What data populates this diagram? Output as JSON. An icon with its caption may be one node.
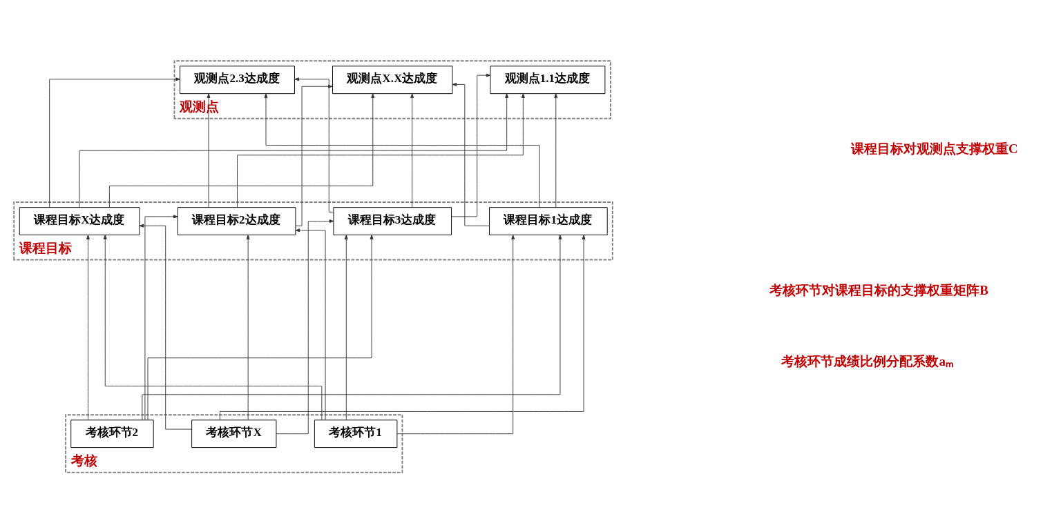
{
  "diagram": {
    "nodes": [
      {
        "text": [
          "观测点"
        ]
      },
      {
        "text": [
          "观测点1.1达成度"
        ],
        "in": 0
      },
      {
        "text": [
          "观测点2.3达成度"
        ],
        "in": 0
      },
      {
        "text": [
          "观测点X.X达成度"
        ],
        "in": 0
      },
      {
        "text": [
          "课程目标"
        ]
      },
      {
        "text": [
          "课程目标1达成度"
        ],
        "in": 4
      },
      {
        "text": [
          "课程目标2达成度"
        ],
        "in": 4
      },
      {
        "text": [
          "课程目标3达成度"
        ],
        "in": 4
      },
      {
        "text": [
          "课程目标X达成度"
        ],
        "in": 4
      },
      {
        "text": [
          "考核"
        ]
      },
      {
        "text": [
          "考核环节1"
        ],
        "in": 9
      },
      {
        "text": [
          "考核环节2"
        ],
        "in": 9
      },
      {
        "text": [
          "考核环节X"
        ],
        "in": 9
      }
    ],
    "edges": [
      {
        "from": 5,
        "to": 1,
        "arrow": "to"
      },
      {
        "from": 5,
        "to": 2,
        "arrow": "to"
      },
      {
        "from": 5,
        "to": 3,
        "arrow": "to"
      },
      {
        "from": 6,
        "to": 1,
        "arrow": "to"
      },
      {
        "from": 6,
        "to": 2,
        "arrow": "to"
      },
      {
        "from": 6,
        "to": 3,
        "arrow": "to"
      },
      {
        "from": 7,
        "to": 1,
        "arrow": "to"
      },
      {
        "from": 7,
        "to": 2,
        "arrow": "to"
      },
      {
        "from": 7,
        "to": 3,
        "arrow": "to"
      },
      {
        "from": 8,
        "to": 1,
        "arrow": "to"
      },
      {
        "from": 8,
        "to": 2,
        "arrow": "to"
      },
      {
        "from": 8,
        "to": 3,
        "arrow": "to"
      },
      {
        "from": 10,
        "to": 5,
        "arrow": "to"
      },
      {
        "from": 10,
        "to": 6,
        "arrow": "to"
      },
      {
        "from": 10,
        "to": 7,
        "arrow": "to"
      },
      {
        "from": 10,
        "to": 8,
        "arrow": "to"
      },
      {
        "from": 11,
        "to": 5,
        "arrow": "to"
      },
      {
        "from": 11,
        "to": 6,
        "arrow": "to"
      },
      {
        "from": 11,
        "to": 7,
        "arrow": "to"
      },
      {
        "from": 11,
        "to": 8,
        "arrow": "to"
      },
      {
        "from": 12,
        "to": 5,
        "arrow": "to"
      },
      {
        "from": 12,
        "to": 6,
        "arrow": "to"
      },
      {
        "from": 12,
        "to": 7,
        "arrow": "to"
      },
      {
        "from": 12,
        "to": 8,
        "arrow": "to"
      }
    ],
    "labels": [
      "课程目标对观测点支撑权重C",
      "考核环节对课程目标的支撑权重矩阵B",
      "考核环节成绩比例分配系数aₘ"
    ]
  }
}
